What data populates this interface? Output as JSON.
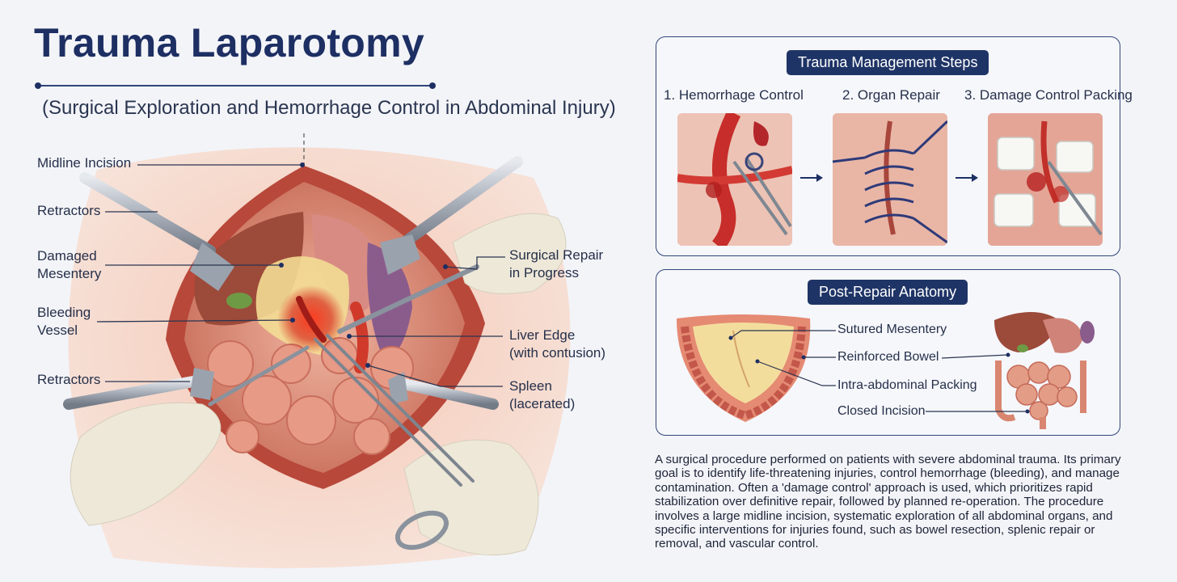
{
  "header": {
    "title": "Trauma Laparotomy",
    "subtitle": "(Surgical Exploration and Hemorrhage Control in Abdominal Injury)"
  },
  "main_callouts": {
    "left": [
      "Midline Incision",
      "Retractors",
      "Damaged\nMesentery",
      "Bleeding\nVessel",
      "Retractors"
    ],
    "right": [
      "Surgical Repair\nin Progress",
      "Liver Edge\n(with contusion)",
      "Spleen\n(lacerated)"
    ]
  },
  "steps_panel": {
    "title": "Trauma Management Steps",
    "steps": [
      {
        "label": "1. Hemorrhage Control"
      },
      {
        "label": "2. Organ Repair"
      },
      {
        "label": "3. Damage Control Packing"
      }
    ]
  },
  "post_panel": {
    "title": "Post-Repair Anatomy",
    "labels": [
      "Sutured Mesentery",
      "Reinforced Bowel",
      "Intra-abdominal Packing",
      "Closed Incision"
    ]
  },
  "description": "A surgical procedure performed on patients with severe abdominal trauma. Its primary goal is to identify life-threatening injuries, control hemorrhage (bleeding), and manage contamination. Often a 'damage control' approach is used, which prioritizes rapid stabilization over definitive repair, followed by planned re-operation. The procedure involves a large midline incision, systematic exploration of all abdominal organs, and specific interventions for injuries found, such as bowel resection, splenic repair or removal, and vascular control.",
  "colors": {
    "navy": "#1d2f63",
    "panel_border": "#2f4579",
    "tissue": "#e7a08e",
    "blood": "#c62b26",
    "liver": "#9c4a3a"
  }
}
